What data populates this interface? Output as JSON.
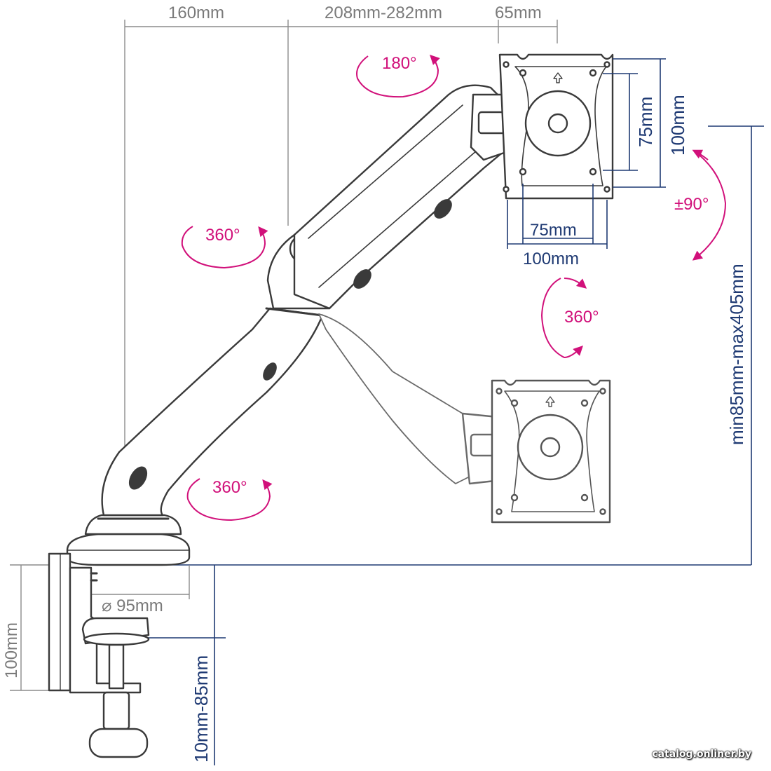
{
  "colors": {
    "dim_gray": "#8c8c8c",
    "dim_text_gray": "#7a7a7a",
    "dim_blue": "#1f3a73",
    "rotate_pink": "#d1107a",
    "line_art": "#3a3a3a"
  },
  "dimensions": {
    "top_160": "160mm",
    "top_reach": "208mm-282mm",
    "top_65": "65mm",
    "vesa_h_75": "75mm",
    "vesa_h_100": "100mm",
    "vesa_v_75": "75mm",
    "vesa_v_100": "100mm",
    "height_range": "min85mm-max405mm",
    "base_diameter": "⌀ 95mm",
    "clamp_height": "100mm",
    "desk_thickness": "10mm-85mm"
  },
  "rotations": {
    "top_tilt": "180°",
    "arm_joint": "360°",
    "base_swivel": "360°",
    "screen_rotate": "360°",
    "tilt_side": "±90°"
  },
  "watermark": "catalog.onliner.by"
}
